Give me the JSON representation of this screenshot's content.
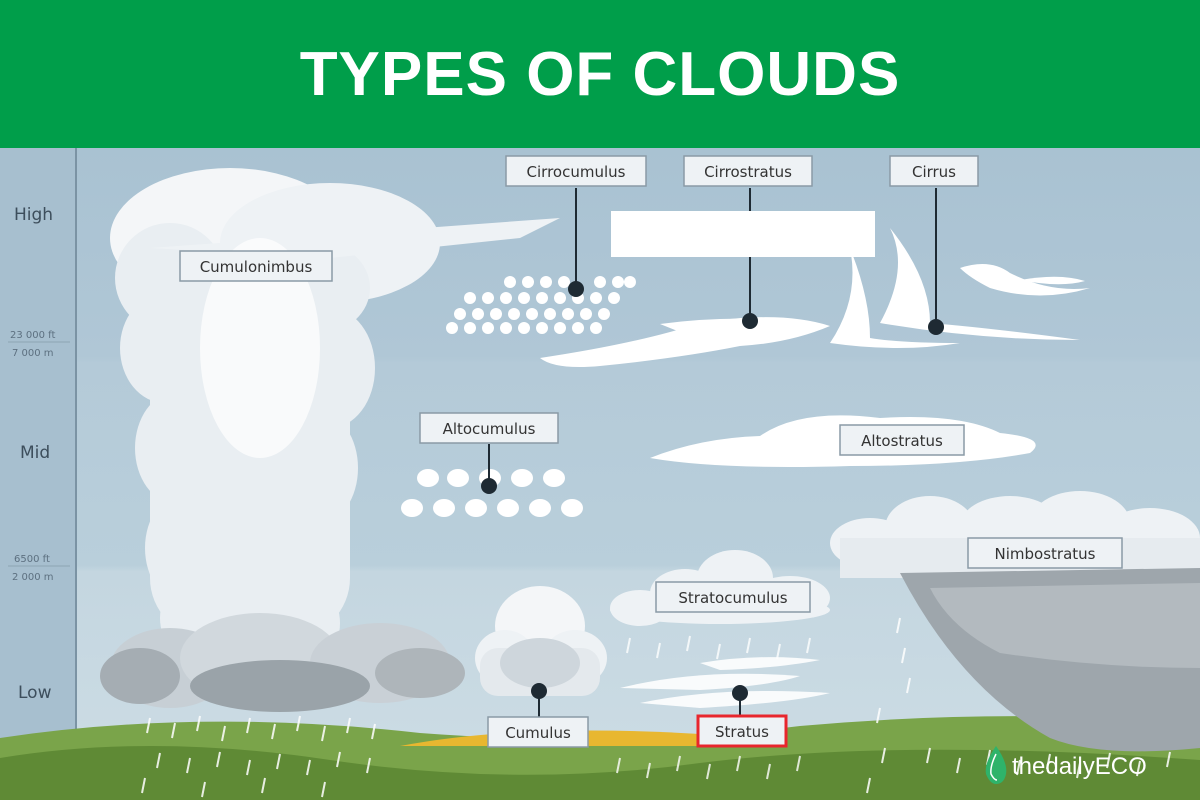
{
  "header": {
    "title": "TYPES OF CLOUDS"
  },
  "axis": {
    "levels": {
      "high": "High",
      "mid": "Mid",
      "low": "Low"
    },
    "marks": {
      "upper_ft": "23 000 ft",
      "upper_m": "7 000 m",
      "lower_ft": "6500 ft",
      "lower_m": "2 000 m"
    }
  },
  "clouds": {
    "cumulonimbus": "Cumulonimbus",
    "cirrocumulus": "Cirrocumulus",
    "cirrostratus": "Cirrostratus",
    "cirrus": "Cirrus",
    "altocumulus": "Altocumulus",
    "altostratus": "Altostratus",
    "nimbostratus": "Nimbostratus",
    "stratocumulus": "Stratocumulus",
    "cumulus": "Cumulus",
    "stratus": "Stratus"
  },
  "brand": {
    "name": "thedailyECO",
    "logo_icon": "leaf-drop-icon"
  },
  "colors": {
    "header_bg": "#009e4a",
    "sky_high": "#a9c2d2",
    "sky_mid": "#b3cad7",
    "sky_low": "#c0d3de",
    "ground": "#6f9b3f",
    "highlight": "#e8262d"
  }
}
